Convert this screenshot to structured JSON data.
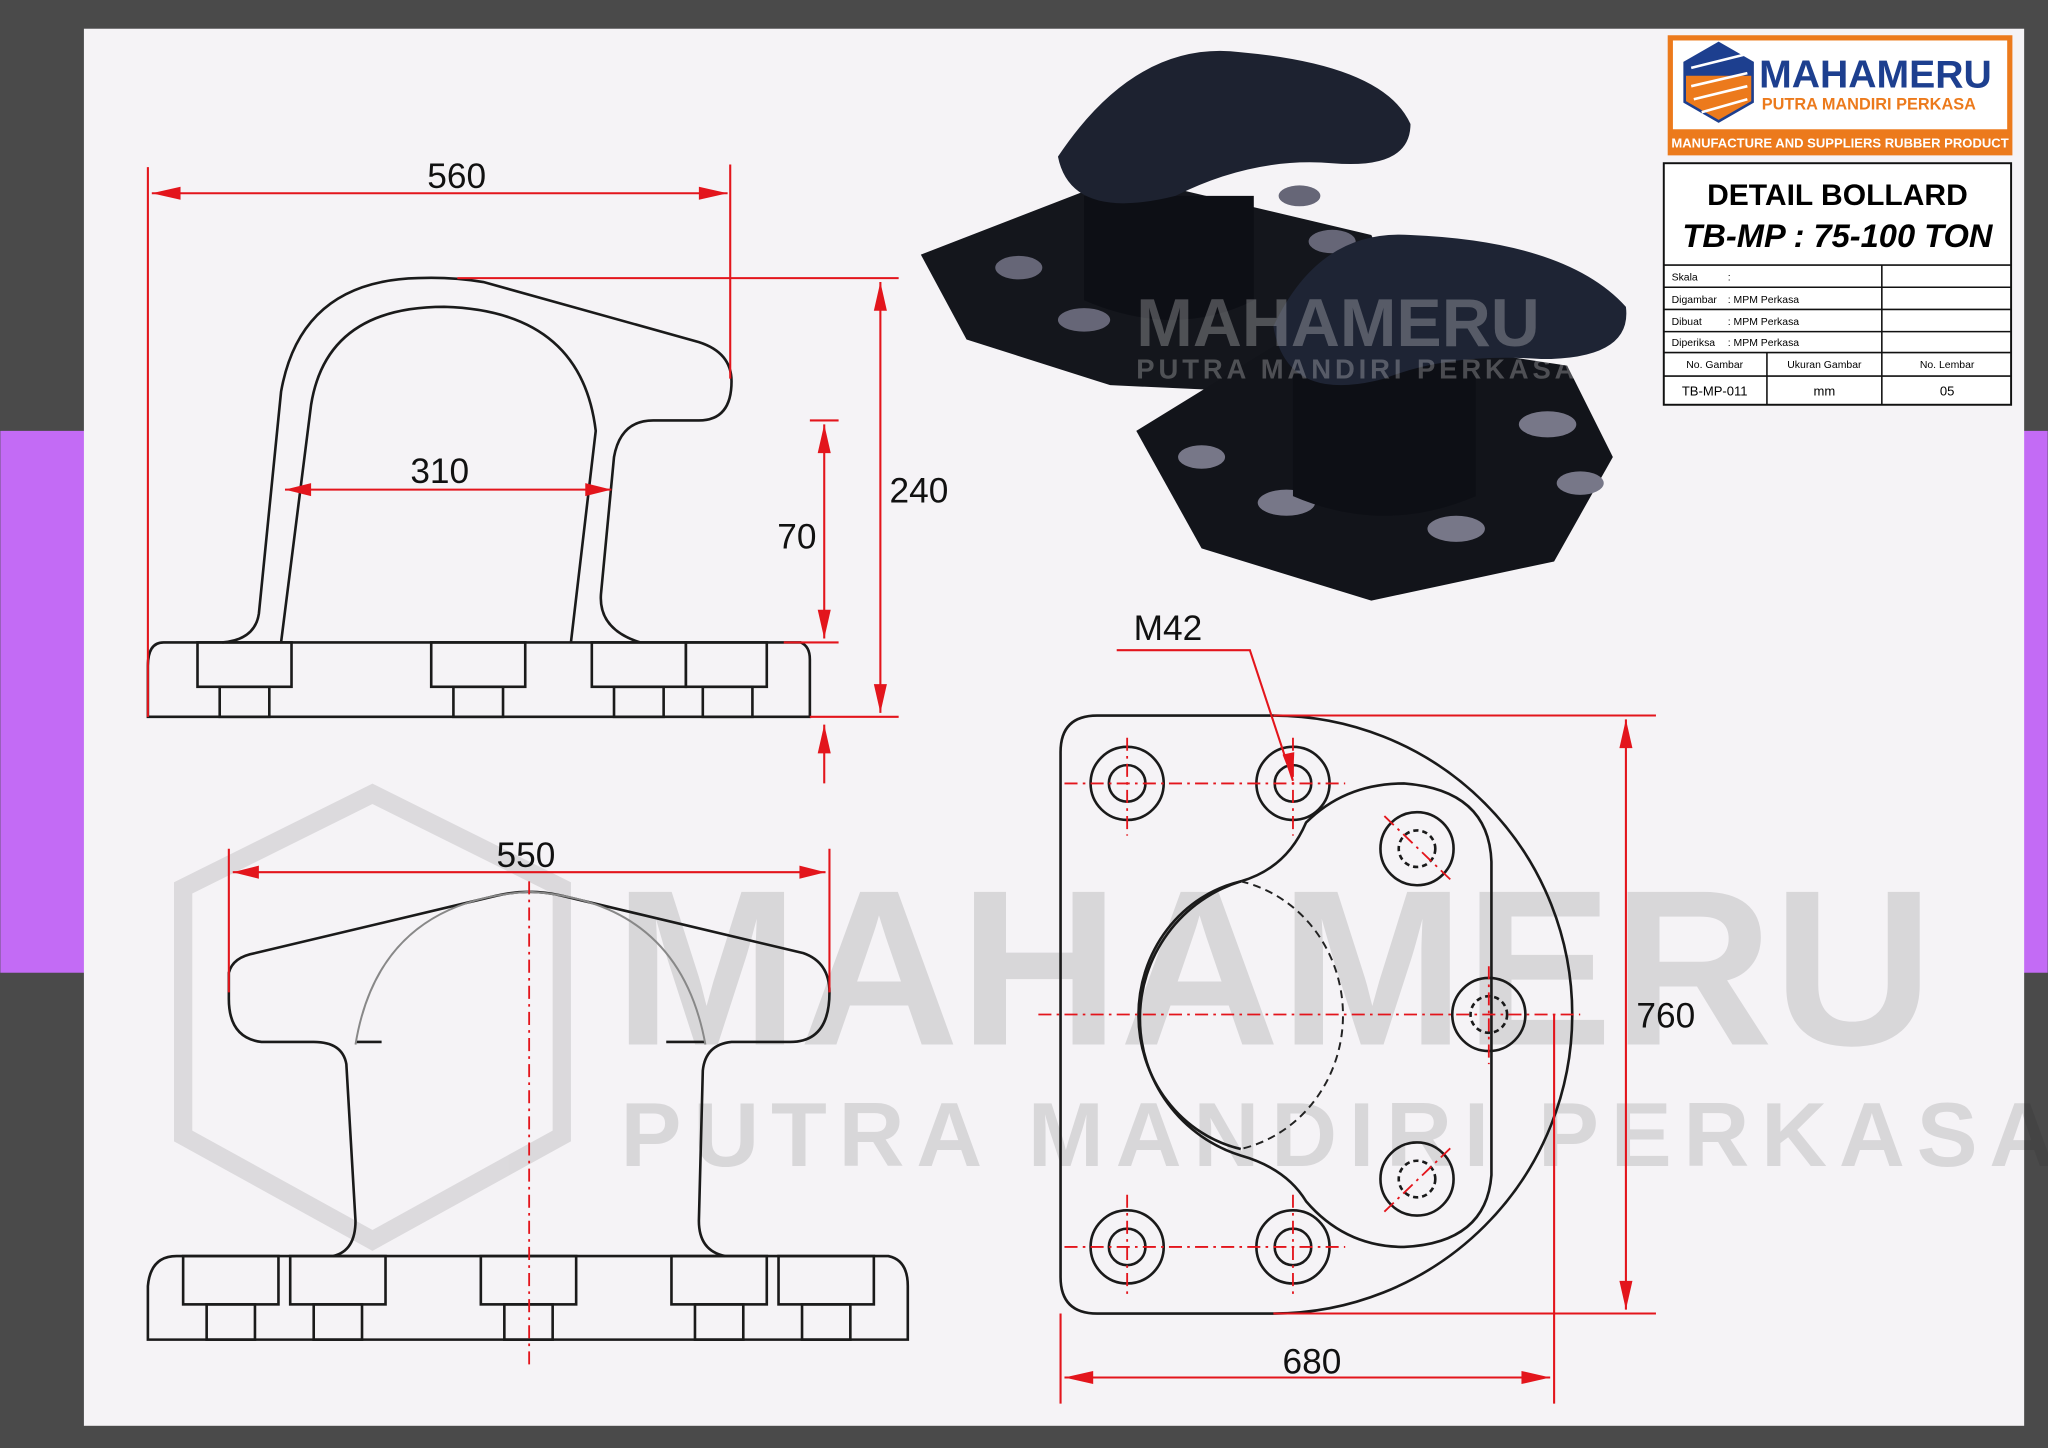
{
  "logo": {
    "brand": "MAHAMERU",
    "subtitle": "PUTRA MANDIRI PERKASA",
    "tagline": "MANUFACTURE AND SUPPLIERS RUBBER PRODUCT"
  },
  "title_block": {
    "title": "DETAIL BOLLARD",
    "model": "TB-MP : 75-100 TON",
    "rows": [
      {
        "label": "Skala",
        "value": ":"
      },
      {
        "label": "Digambar",
        "value": ":  MPM Perkasa"
      },
      {
        "label": "Dibuat",
        "value": ":  MPM Perkasa"
      },
      {
        "label": "Diperiksa",
        "value": ":  MPM Perkasa"
      }
    ],
    "headers": [
      "No. Gambar",
      "Ukuran Gambar",
      "No. Lembar"
    ],
    "values": [
      "TB-MP-011",
      "mm",
      "05"
    ]
  },
  "dimensions": {
    "side_length": "560",
    "side_inner": "310",
    "side_height": "240",
    "side_neck": "70",
    "front_width": "550",
    "plan_height": "760",
    "plan_width": "680",
    "bolt": "M42"
  },
  "watermark": {
    "brand": "MAHAMERU",
    "subtitle": "PUTRA MANDIRI PERKASA"
  },
  "colors": {
    "accent": "#e3151c",
    "brand_blue": "#1d3f8f",
    "brand_orange": "#ec7a1c",
    "band": "#c36bf5"
  }
}
